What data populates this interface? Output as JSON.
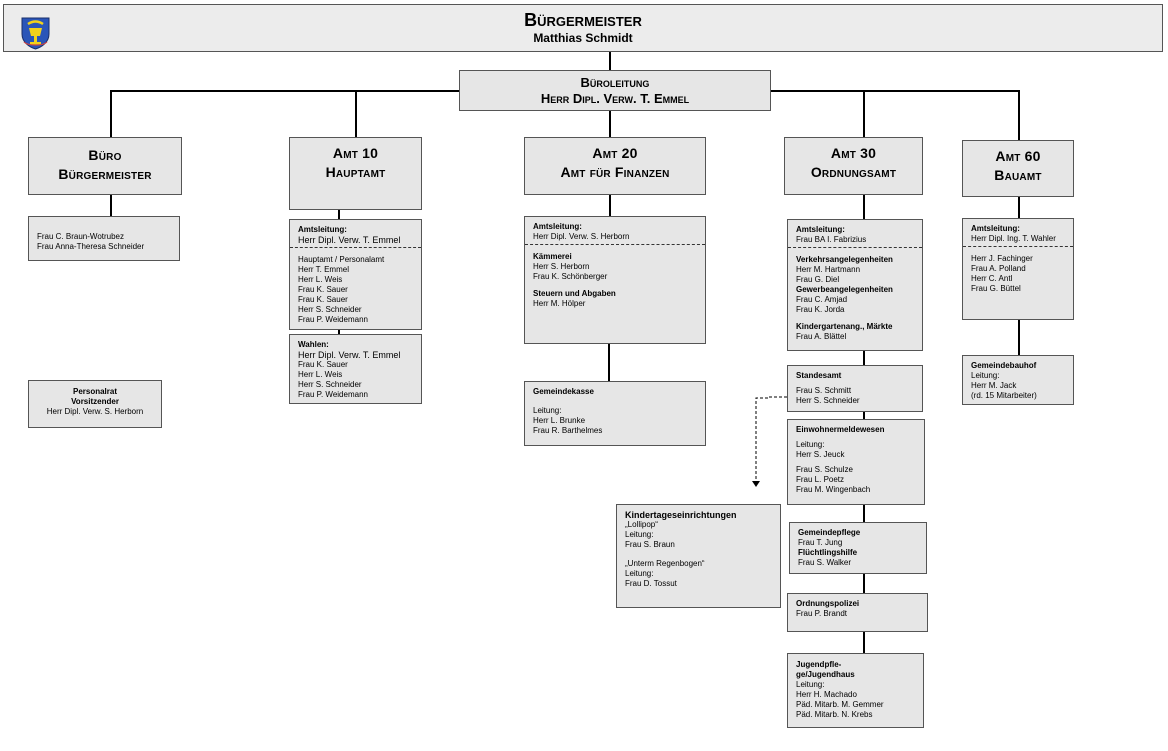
{
  "header": {
    "title": "Bürgermeister",
    "name": "Matthias Schmidt"
  },
  "bueroleitung": {
    "title": "Büroleitung",
    "name": "Herr Dipl. Verw. T. Emmel"
  },
  "departments": {
    "buero": {
      "line1": "Büro",
      "line2": "Bürgermeister"
    },
    "amt10": {
      "line1": "Amt 10",
      "line2": "Hauptamt"
    },
    "amt20": {
      "line1": "Amt 20",
      "line2": "Amt für Finanzen"
    },
    "amt30": {
      "line1": "Amt 30",
      "line2": "Ordnungsamt"
    },
    "amt60": {
      "line1": "Amt 60",
      "line2": "Bauamt"
    }
  },
  "buero_staff": [
    "Frau C. Braun-Wotrubez",
    "Frau Anna-Theresa Schneider"
  ],
  "personalrat": {
    "title1": "Personalrat",
    "title2": "Vorsitzender",
    "name": "Herr Dipl. Verw. S. Herborn"
  },
  "amt10_leitung": {
    "heading": "Amtsleitung:",
    "name": "Herr Dipl. Verw. T. Emmel",
    "sub_heading": "Hauptamt / Personalamt",
    "staff": [
      "Herr T. Emmel",
      "Herr L. Weis",
      "Frau K. Sauer",
      "Frau K. Sauer",
      "Herr S. Schneider",
      "Frau P. Weidemann"
    ]
  },
  "amt10_wahlen": {
    "heading": "Wahlen:",
    "staff": [
      "Herr Dipl. Verw. T. Emmel",
      "Frau K. Sauer",
      "Herr L. Weis",
      "Herr S. Schneider",
      "Frau P. Weidemann"
    ]
  },
  "amt20_leitung": {
    "heading": "Amtsleitung:",
    "name": "Herr Dipl. Verw. S. Herborn",
    "kaemmerei": "Kämmerei",
    "kaemmerei_staff": [
      "Herr S. Herborn",
      "Frau K. Schönberger"
    ],
    "steuern": "Steuern und Abgaben",
    "steuern_staff": [
      "Herr M. Hölper"
    ]
  },
  "gemeindekasse": {
    "heading": "Gemeindekasse",
    "leitung": "Leitung:",
    "staff": [
      "Herr L. Brunke",
      "Frau R. Barthelmes"
    ]
  },
  "amt30_leitung": {
    "heading": "Amtsleitung:",
    "name": "Frau BA I. Fabrizius",
    "verkehr": "Verkehrsangelegenheiten",
    "verkehr_staff": [
      "Herr M. Hartmann",
      "Frau G. Diel"
    ],
    "gewerbe": "Gewerbeangelegenheiten",
    "gewerbe_staff": [
      "Frau C. Amjad",
      "Frau K. Jorda"
    ],
    "kinder": "Kindergartenang., Märkte",
    "kinder_staff": [
      "Frau A. Blättel"
    ]
  },
  "standesamt": {
    "heading": "Standesamt",
    "staff": [
      "Frau S. Schmitt",
      "Herr S. Schneider"
    ]
  },
  "einwohner": {
    "heading": "Einwohnermeldewesen",
    "leitung": "Leitung:",
    "leitung_name": "Herr S. Jeuck",
    "staff": [
      "Frau S. Schulze",
      "Frau L. Poetz",
      "Frau M. Wingenbach"
    ]
  },
  "gemeindepflege": {
    "heading": "Gemeindepflege",
    "staff": "Frau T. Jung",
    "fluechtling": "Flüchtlingshilfe",
    "fluechtling_staff": "Frau S. Walker"
  },
  "ordnungspolizei": {
    "heading": "Ordnungspolizei",
    "staff": "Frau P. Brandt"
  },
  "jugend": {
    "heading1": "Jugendpfle-",
    "heading2": "ge/Jugendhaus",
    "leitung": "Leitung:",
    "staff": [
      "Herr H. Machado",
      "Päd. Mitarb. M. Gemmer",
      "Päd. Mitarb. N. Krebs"
    ]
  },
  "kita": {
    "heading": "Kindertageseinrichtungen",
    "k1_name": "„Lollipop“",
    "k1_leitung": "Leitung:",
    "k1_staff": "Frau S. Braun",
    "k2_name": "„Unterm Regenbogen“",
    "k2_leitung": "Leitung:",
    "k2_staff": "Frau D. Tossut"
  },
  "amt60_leitung": {
    "heading": "Amtsleitung:",
    "name": "Herr Dipl. Ing. T. Wahler",
    "staff": [
      "Herr J. Fachinger",
      "Frau A. Polland",
      "Herr C. Antl",
      "Frau G. Büttel"
    ]
  },
  "bauhof": {
    "heading": "Gemeindebauhof",
    "leitung": "Leitung:",
    "name": "Herr M. Jack",
    "note": "(rd. 15 Mitarbeiter)"
  },
  "colors": {
    "box_fill": "#e6e6e6",
    "line": "#000000",
    "crest_blue": "#2a55b8",
    "crest_yellow": "#f2d21b"
  },
  "icons": {
    "crest": "coat-of-arms-icon"
  }
}
